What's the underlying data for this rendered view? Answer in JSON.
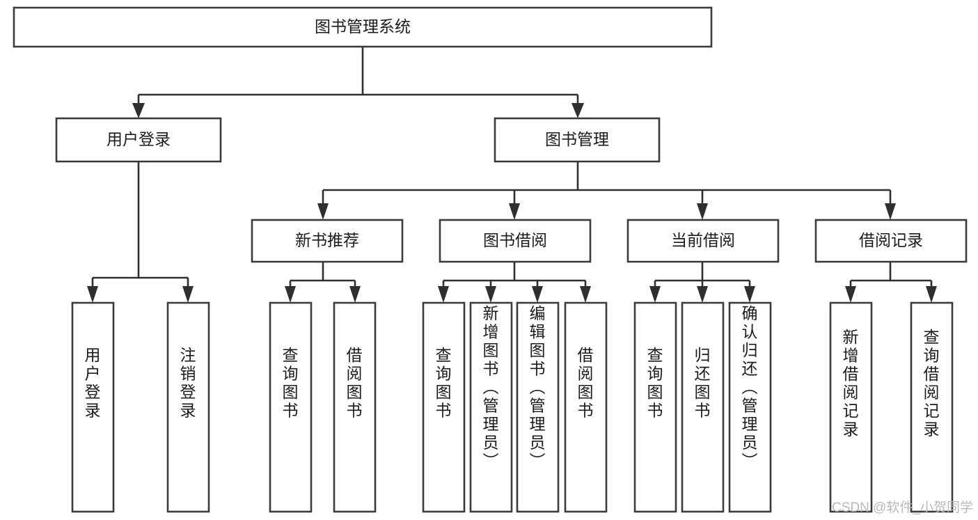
{
  "diagram": {
    "title": "图书管理系统",
    "type": "tree-hierarchy-diagram",
    "watermark": "CSDN @软件_小贺同学",
    "colors": {
      "box_stroke": "#3b3b3b",
      "box_fill": "#ffffff",
      "connector": "#2f2f2f",
      "text": "#1b1b1b",
      "watermark": "#b9b9b9",
      "background": "#ffffff"
    },
    "nodes": {
      "root": {
        "id": "root",
        "label": "图书管理系统",
        "level": 1,
        "orientation": "horizontal"
      },
      "l2": [
        {
          "id": "user-login",
          "label": "用户登录",
          "level": 2,
          "orientation": "horizontal"
        },
        {
          "id": "book-management",
          "label": "图书管理",
          "level": 2,
          "orientation": "horizontal"
        }
      ],
      "l3": [
        {
          "id": "new-book-recommend",
          "label": "新书推荐",
          "level": 3,
          "orientation": "horizontal",
          "parent": "book-management"
        },
        {
          "id": "book-borrow",
          "label": "图书借阅",
          "level": 3,
          "orientation": "horizontal",
          "parent": "book-management"
        },
        {
          "id": "current-borrow",
          "label": "当前借阅",
          "level": 3,
          "orientation": "horizontal",
          "parent": "book-management"
        },
        {
          "id": "borrow-record",
          "label": "借阅记录",
          "level": 3,
          "orientation": "horizontal",
          "parent": "book-management"
        }
      ],
      "leaves": [
        {
          "id": "leaf-user-login",
          "label": "用户登录",
          "level": 3,
          "orientation": "vertical",
          "parent": "user-login"
        },
        {
          "id": "leaf-user-logout",
          "label": "注销登录",
          "level": 3,
          "orientation": "vertical",
          "parent": "user-login"
        },
        {
          "id": "leaf-query-book-1",
          "label": "查询图书",
          "level": 4,
          "orientation": "vertical",
          "parent": "new-book-recommend"
        },
        {
          "id": "leaf-borrow-book-1",
          "label": "借阅图书",
          "level": 4,
          "orientation": "vertical",
          "parent": "new-book-recommend"
        },
        {
          "id": "leaf-query-book-2",
          "label": "查询图书",
          "level": 4,
          "orientation": "vertical",
          "parent": "book-borrow"
        },
        {
          "id": "leaf-add-book",
          "label": "新增图书（管理员）",
          "level": 4,
          "orientation": "vertical",
          "parent": "book-borrow"
        },
        {
          "id": "leaf-edit-book",
          "label": "编辑图书（管理员）",
          "level": 4,
          "orientation": "vertical",
          "parent": "book-borrow"
        },
        {
          "id": "leaf-borrow-book-2",
          "label": "借阅图书",
          "level": 4,
          "orientation": "vertical",
          "parent": "book-borrow"
        },
        {
          "id": "leaf-query-book-3",
          "label": "查询图书",
          "level": 4,
          "orientation": "vertical",
          "parent": "current-borrow"
        },
        {
          "id": "leaf-return-book",
          "label": "归还图书",
          "level": 4,
          "orientation": "vertical",
          "parent": "current-borrow"
        },
        {
          "id": "leaf-confirm-return",
          "label": "确认归还（管理员）",
          "level": 4,
          "orientation": "vertical",
          "parent": "current-borrow"
        },
        {
          "id": "leaf-add-record",
          "label": "新增借阅记录",
          "level": 4,
          "orientation": "vertical",
          "parent": "borrow-record"
        },
        {
          "id": "leaf-query-record",
          "label": "查询借阅记录",
          "level": 4,
          "orientation": "vertical",
          "parent": "borrow-record"
        }
      ]
    }
  }
}
